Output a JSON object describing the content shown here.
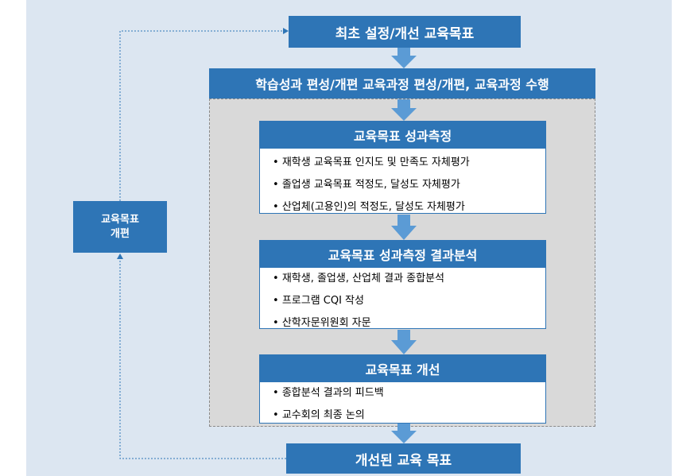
{
  "top_title": "최초 설정/개선 교육목표",
  "second_title": "학습성과 편성/개편 교육과정 편성/개편, 교육과정 수행",
  "bottom_title": "개선된 교육 목표",
  "side": {
    "line1": "교육목표",
    "line2": "개편"
  },
  "boxes": [
    {
      "title": "교육목표 성과측정",
      "items": [
        "재학생 교육목표 인지도 및 만족도 자체평가",
        "졸업생 교육목표 적정도, 달성도 자체평가",
        "산업체(고용인)의 적정도, 달성도 자체평가"
      ]
    },
    {
      "title": "교육목표 성과측정 결과분석",
      "items": [
        "재학생, 졸업생, 산업체 결과 종합분석",
        "프로그램 CQI 작성",
        "산학자문위원회 자문"
      ]
    },
    {
      "title": "교육목표 개선",
      "items": [
        "종합분석 결과의 피드백",
        "교수회의 최종 논의"
      ]
    }
  ],
  "colors": {
    "primary": "#2e75b6",
    "arrow": "#5b9bd5",
    "background": "#dce6f1",
    "panel": "#d9d9d9"
  }
}
